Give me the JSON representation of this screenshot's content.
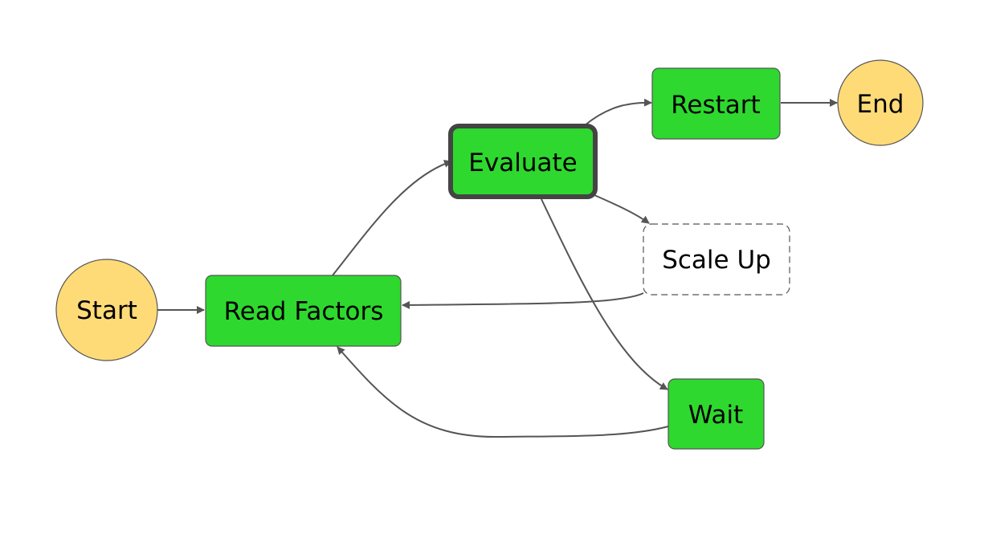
{
  "diagram": {
    "colors": {
      "terminal_fill": "#FFDB78",
      "task_fill": "#2ED82E",
      "pending_fill": "#FFFFFF",
      "edge": "#555555",
      "selected_border": "#444444"
    },
    "nodes": {
      "start": {
        "label": "Start",
        "kind": "terminal"
      },
      "read_factors": {
        "label": "Read Factors",
        "kind": "task"
      },
      "evaluate": {
        "label": "Evaluate",
        "kind": "task",
        "selected": true
      },
      "restart": {
        "label": "Restart",
        "kind": "task"
      },
      "end": {
        "label": "End",
        "kind": "terminal"
      },
      "scale_up": {
        "label": "Scale Up",
        "kind": "pending"
      },
      "wait": {
        "label": "Wait",
        "kind": "task"
      }
    },
    "edges": [
      {
        "from": "start",
        "to": "read_factors"
      },
      {
        "from": "read_factors",
        "to": "evaluate"
      },
      {
        "from": "evaluate",
        "to": "restart"
      },
      {
        "from": "restart",
        "to": "end"
      },
      {
        "from": "evaluate",
        "to": "scale_up"
      },
      {
        "from": "evaluate",
        "to": "wait"
      },
      {
        "from": "scale_up",
        "to": "read_factors"
      },
      {
        "from": "wait",
        "to": "read_factors"
      }
    ]
  }
}
